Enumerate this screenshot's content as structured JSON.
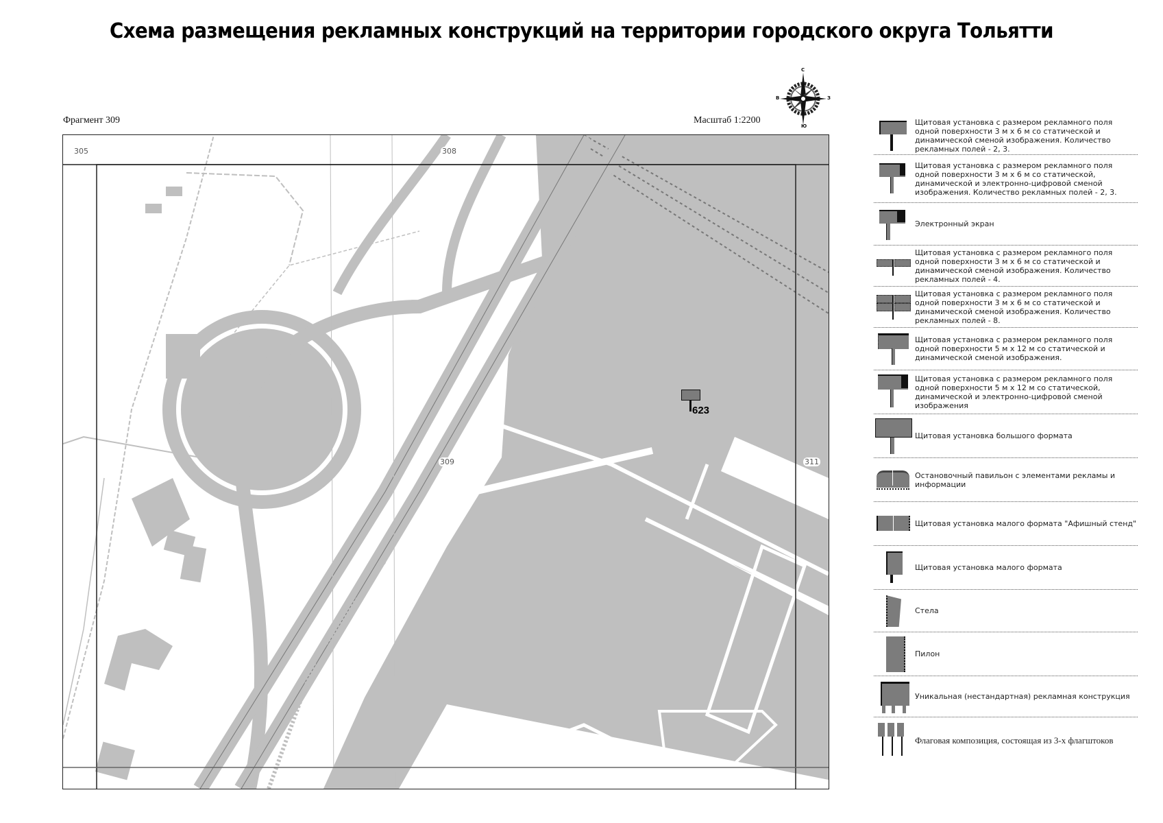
{
  "header": {
    "title": "Схема размещения рекламных конструкций на территории городского округа Тольятти",
    "fragment": "Фрагмент 309",
    "scale": "Масштаб 1:2200"
  },
  "compass": {
    "north": "С",
    "south": "Ю",
    "west": "В",
    "east": "З"
  },
  "map": {
    "tiles": [
      {
        "id": "305",
        "label": "305"
      },
      {
        "id": "308",
        "label": "308"
      },
      {
        "id": "309",
        "label": "309"
      },
      {
        "id": "311",
        "label": "311"
      }
    ],
    "markers": [
      {
        "id": "623",
        "label": "623",
        "type": "billboard-3x6"
      }
    ],
    "colors": {
      "fill": "#bfbfbf",
      "road": "#ffffff",
      "line": "#7a7a7a",
      "frame": "#222222",
      "marker": "#7c7c7c"
    }
  },
  "legend": {
    "items": [
      {
        "icon": "billboard-3x6-icon",
        "text": "Щитовая установка с размером рекламного поля одной поверхности 3 м х 6 м со статической и динамической сменой изображения. Количество рекламных полей - 2, 3."
      },
      {
        "icon": "billboard-3x6-digital-icon",
        "text": "Щитовая установка с размером рекламного поля одной поверхности 3 м х 6 м со статической, динамической и электронно-цифровой сменой изображения. Количество рекламных полей - 2, 3."
      },
      {
        "icon": "electronic-screen-icon",
        "text": "Электронный экран"
      },
      {
        "icon": "billboard-4-fields-icon",
        "text": "Щитовая установка с размером рекламного поля одной поверхности 3 м х 6 м со статической и динамической сменой изображения. Количество рекламных полей - 4."
      },
      {
        "icon": "billboard-8-fields-icon",
        "text": "Щитовая установка с размером рекламного поля одной поверхности 3 м х 6 м со статической и динамической сменой изображения. Количество рекламных полей - 8."
      },
      {
        "icon": "billboard-5x12-icon",
        "text": "Щитовая установка с размером рекламного поля одной поверхности 5 м х 12 м со статической и динамической сменой изображения."
      },
      {
        "icon": "billboard-5x12-digital-icon",
        "text": "Щитовая установка с размером рекламного поля одной поверхности 5 м х 12 м со статической, динамической и электронно-цифровой сменой изображения"
      },
      {
        "icon": "large-format-billboard-icon",
        "text": "Щитовая установка большого формата"
      },
      {
        "icon": "bus-stop-pavilion-icon",
        "text": "Остановочный павильон с элементами рекламы и информации"
      },
      {
        "icon": "poster-stand-icon",
        "text": "Щитовая установка малого формата \"Афишный стенд\""
      },
      {
        "icon": "small-format-billboard-icon",
        "text": "Щитовая установка малого формата"
      },
      {
        "icon": "stele-icon",
        "text": "Стела"
      },
      {
        "icon": "pylon-icon",
        "text": "Пилон"
      },
      {
        "icon": "unique-structure-icon",
        "text": "Уникальная (нестандартная) рекламная конструкция"
      },
      {
        "icon": "flag-composition-icon",
        "text": "Флаговая композиция, состоящая из 3-х флагштоков"
      }
    ]
  }
}
